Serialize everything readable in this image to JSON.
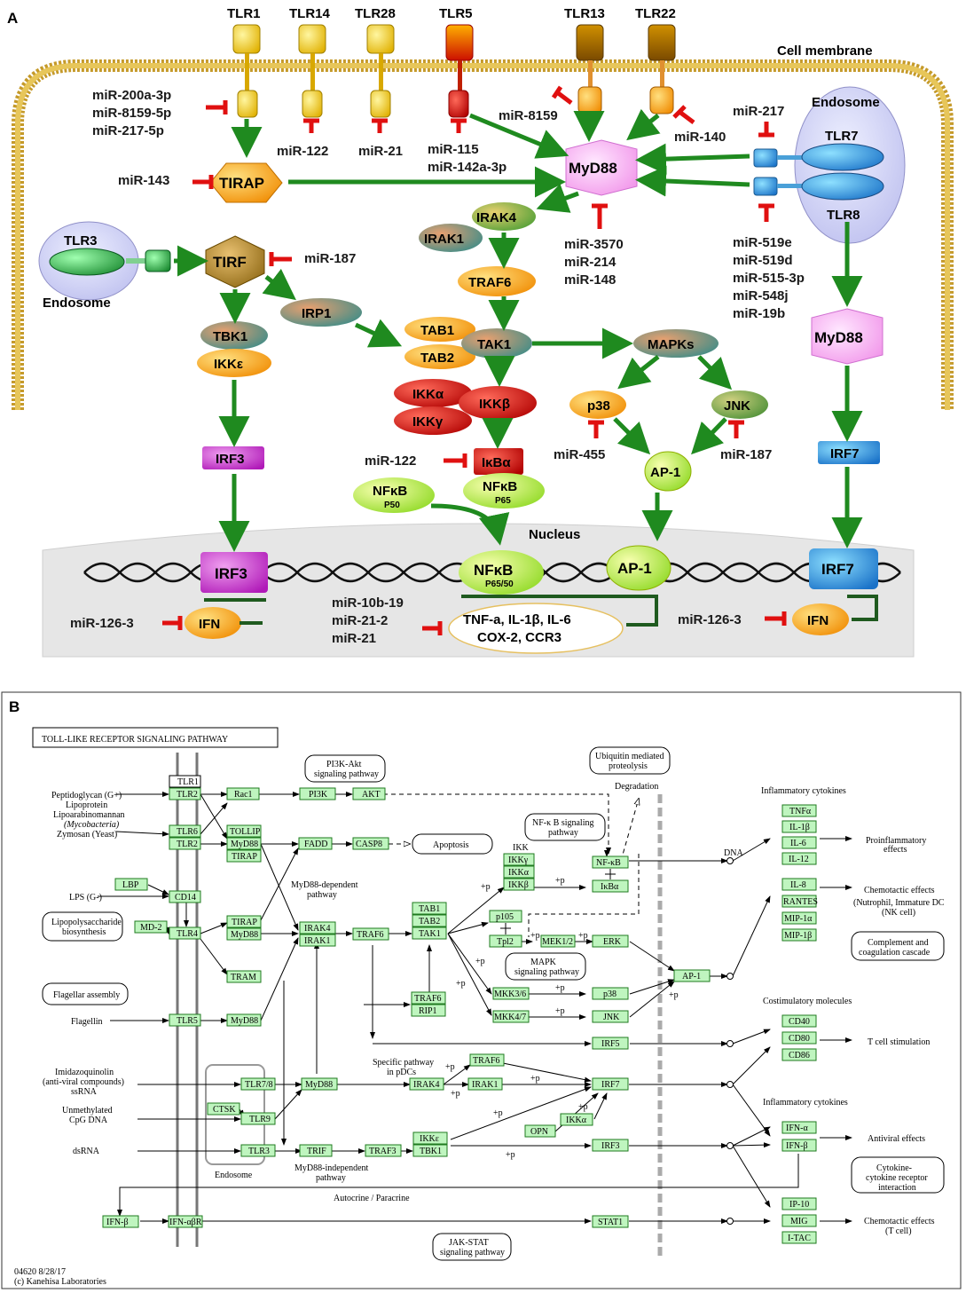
{
  "panel_a": {
    "panel_label": "A",
    "membrane_label": "Cell membrane",
    "endosome_right_label": "Endosome",
    "endosome_left_label": "Endosome",
    "nucleus_label": "Nucleus",
    "receptors": [
      "TLR1",
      "TLR14",
      "TLR28",
      "TLR5",
      "TLR13",
      "TLR22"
    ],
    "nodes": {
      "tirap": "TIRAP",
      "myd88": "MyD88",
      "myd88_2": "MyD88",
      "tlr3": "TLR3",
      "tirf": "TIRF",
      "tlr7": "TLR7",
      "tlr8": "TLR8",
      "irak4": "IRAK4",
      "irak1": "IRAK1",
      "traf6": "TRAF6",
      "irp1": "IRP1",
      "tbk1": "TBK1",
      "ikke": "IKKε",
      "tab1": "TAB1",
      "tab2": "TAB2",
      "tak1": "TAK1",
      "mapks": "MAPKs",
      "ikka": "IKKα",
      "ikkb": "IKKβ",
      "ikky": "IKKγ",
      "p38": "p38",
      "jnk": "JNK",
      "irf3": "IRF3",
      "irf3_nuc": "IRF3",
      "ikba": "IκBα",
      "ap1": "AP-1",
      "ap1_nuc": "AP-1",
      "irf7": "IRF7",
      "irf7_nuc": "IRF7",
      "nfkb_p50": "NFκB",
      "nfkb_p50_sub": "P50",
      "nfkb_p65": "NFκB",
      "nfkb_p65_sub": "P65",
      "nfkb_nuc": "NFκB",
      "nfkb_nuc_sub": "P65/50",
      "ifn_left": "IFN",
      "ifn_right": "IFN",
      "cytokines_1": "TNF-a, IL-1β, IL-6",
      "cytokines_2": "COX-2, CCR3"
    },
    "mirnas": {
      "tlr1": [
        "miR-200a-3p",
        "miR-8159-5p",
        "miR-217-5p"
      ],
      "tlr14": "miR-122",
      "tlr28": "miR-21",
      "tlr5": [
        "miR-115",
        "miR-142a-3p"
      ],
      "tlr13": "miR-8159",
      "tlr22": "miR-140",
      "tlr7": "miR-217",
      "tlr8": [
        "miR-519e",
        "miR-519d",
        "miR-515-3p",
        "miR-548j",
        "miR-19b"
      ],
      "tirap": "miR-143",
      "myd88": [
        "miR-3570",
        "miR-214",
        "miR-148"
      ],
      "tirf": "miR-187",
      "ikba": "miR-122",
      "p38": "miR-455",
      "jnk": "miR-187",
      "ifn_left": "miR-126-3",
      "ifn_right": "miR-126-3",
      "cytokines": [
        "miR-10b-19",
        "miR-21-2",
        "miR-21"
      ]
    }
  },
  "panel_b": {
    "panel_label": "B",
    "title": "TOLL-LIKE RECEPTOR SIGNALING PATHWAY",
    "footer": [
      "04620 8/28/17",
      "(c) Kanehisa Laboratories"
    ],
    "texts": {
      "ligands1": [
        "Peptidoglycan (G+)",
        "Lipoprotein",
        "Lipoarabinomannan",
        "(Mycobacteria)",
        "Zymosan (Yeast)"
      ],
      "lps": "LPS (G-)",
      "lps_bio": [
        "Lipopolysaccharide",
        "biosynthesis"
      ],
      "flag_assembly": "Flagellar assembly",
      "flagellin": "Flagellin",
      "imid": [
        "Imidazoquinolin",
        "(anti-viral compounds)",
        "ssRNA"
      ],
      "cpg": [
        "Unmethylated",
        "CpG DNA"
      ],
      "dsrna": "dsRNA",
      "endosome": "Endosome",
      "pi3k_path": [
        "PI3K-Akt",
        "signaling pathway"
      ],
      "ubiq": [
        "Ubiquitin mediated",
        "proteolysis"
      ],
      "degradation": "Degradation",
      "apoptosis": "Apoptosis",
      "nfkb_path": [
        "NF-κ B signaling",
        "pathway"
      ],
      "myd88_dep": [
        "MyD88-dependent",
        "pathway"
      ],
      "ikk": "IKK",
      "mapk_path": [
        "MAPK",
        "signaling pathway"
      ],
      "specific": [
        "Specific pathway",
        "in pDCs"
      ],
      "myd88_indep": [
        "MyD88-independent",
        "pathway"
      ],
      "autocrine": "Autocrine / Paracrine",
      "jakstat": [
        "JAK-STAT",
        "signaling pathway"
      ],
      "dna": "DNA",
      "infl_cyt1": "Inflammatory cytokines",
      "proinfl": [
        "Proinflammatory",
        "effects"
      ],
      "chemo1": [
        "Chemotactic effects",
        "(Nutrophil, Immature DC",
        "(NK cell)"
      ],
      "complement": [
        "Complement and",
        "coagulation cascade"
      ],
      "costim": "Costimulatory molecules",
      "tcell": "T cell stimulation",
      "infl_cyt2": "Inflammatory cytokines",
      "antiviral": "Antiviral effects",
      "cytokine_rec": [
        "Cytokine-",
        "cytokine receptor",
        "interaction"
      ],
      "chemo2": [
        "Chemotactic effects",
        "(T cell)"
      ],
      "plus_p": "+p"
    },
    "boxes": {
      "tlr1": "TLR1",
      "tlr2a": "TLR2",
      "rac1": "Rac1",
      "pi3k": "PI3K",
      "akt": "AKT",
      "tlr6": "TLR6",
      "tlr2b": "TLR2",
      "tollip": "TOLLIP",
      "myd88a": "MyD88",
      "tirap_a": "TIRAP",
      "fadd": "FADD",
      "casp8": "CASP8",
      "lbp": "LBP",
      "cd14": "CD14",
      "md2": "MD-2",
      "tlr4": "TLR4",
      "tirap_b": "TIRAP",
      "myd88b": "MyD88",
      "irak4": "IRAK4",
      "irak1": "IRAK1",
      "traf6": "TRAF6",
      "tab1": "TAB1",
      "tab2": "TAB2",
      "tak1": "TAK1",
      "ikky": "IKKγ",
      "ikka": "IKKα",
      "ikkb": "IKKβ",
      "nfkb": "NF-κB",
      "ikba": "IκBα",
      "p105": "p105",
      "tpl2": "Tpl2",
      "mek12": "MEK1/2",
      "erk": "ERK",
      "tram": "TRAM",
      "tlr5": "TLR5",
      "myd88c": "MyD88",
      "traf6b": "TRAF6",
      "rip1": "RIP1",
      "mkk36": "MKK3/6",
      "p38": "p38",
      "mkk47": "MKK4/7",
      "jnk": "JNK",
      "ap1": "AP-1",
      "irf5": "IRF5",
      "tlr78": "TLR7/8",
      "myd88d": "MyD88",
      "ctsk": "CTSK",
      "tlr9": "TLR9",
      "irak4b": "IRAK4",
      "traf6c": "TRAF6",
      "irak1b": "IRAK1",
      "irf7": "IRF7",
      "ikka2": "IKKα",
      "opn": "OPN",
      "tlr3": "TLR3",
      "trif": "TRIF",
      "traf3": "TRAF3",
      "ikke": "IKKε",
      "tbk1": "TBK1",
      "irf3": "IRF3",
      "tnfa": "TNFα",
      "il1b": "IL-1β",
      "il6": "IL-6",
      "il12": "IL-12",
      "il8": "IL-8",
      "rantes": "RANTES",
      "mip1a": "MIP-1α",
      "mip1b": "MIP-1β",
      "cd40": "CD40",
      "cd80": "CD80",
      "cd86": "CD86",
      "ifna": "IFN-α",
      "ifnb": "IFN-β",
      "ifnb2": "IFN-β",
      "ifnabr": "IFN-αβR",
      "stat1": "STAT1",
      "ip10": "IP-10",
      "mig": "MIG",
      "itac": "I-TAC"
    }
  }
}
